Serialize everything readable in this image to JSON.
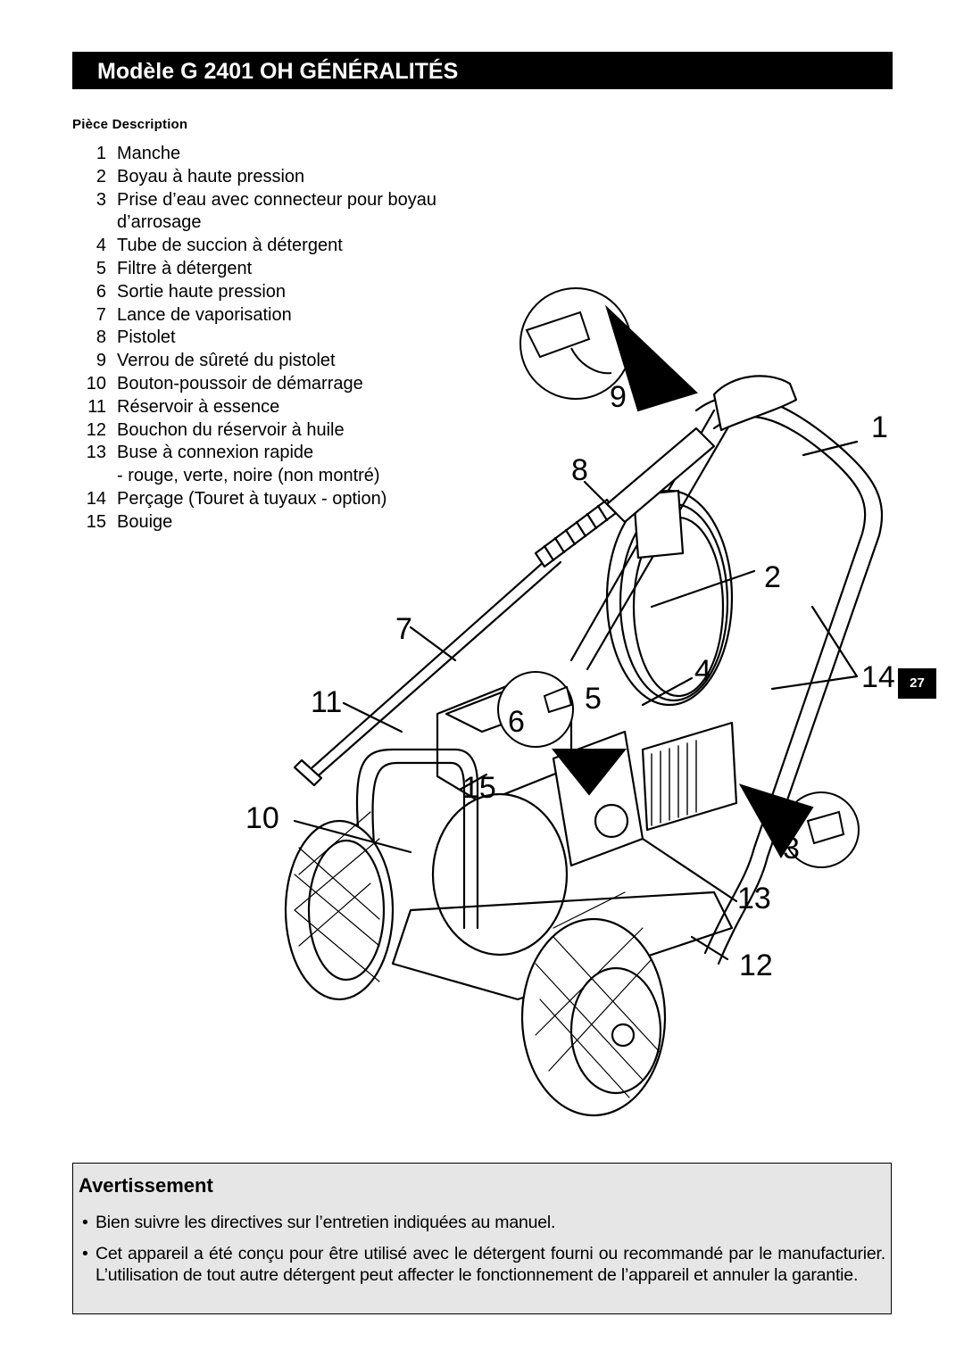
{
  "header": {
    "title": "Modèle G 2401 OH GÉNÉRALITÉS"
  },
  "parts": {
    "column_header": "Pièce Description",
    "items": [
      {
        "num": "1",
        "label": "Manche"
      },
      {
        "num": "2",
        "label": "Boyau à haute pression"
      },
      {
        "num": "3",
        "label": "Prise d’eau avec connecteur pour boyau d’arrosage"
      },
      {
        "num": "4",
        "label": "Tube de succion à détergent"
      },
      {
        "num": "5",
        "label": "Filtre à détergent"
      },
      {
        "num": "6",
        "label": "Sortie haute pression"
      },
      {
        "num": "7",
        "label": "Lance de vaporisation"
      },
      {
        "num": "8",
        "label": "Pistolet"
      },
      {
        "num": "9",
        "label": "Verrou de sûreté du pistolet"
      },
      {
        "num": "10",
        "label": "Bouton-poussoir de démarrage"
      },
      {
        "num": "11",
        "label": "Réservoir à essence"
      },
      {
        "num": "12",
        "label": "Bouchon du réservoir à huile"
      },
      {
        "num": "13",
        "label": "Buse à connexion rapide"
      },
      {
        "num": "",
        "label": "- rouge, verte, noire (non montré)"
      },
      {
        "num": "14",
        "label": "Perçage (Touret à tuyaux - option)"
      },
      {
        "num": "15",
        "label": "Bouige"
      }
    ]
  },
  "page_number": "27",
  "figure": {
    "callouts": [
      "1",
      "2",
      "3",
      "4",
      "5",
      "6",
      "7",
      "8",
      "9",
      "10",
      "11",
      "12",
      "13",
      "14",
      "15"
    ]
  },
  "warning": {
    "title": "Avertissement",
    "bullet": "•",
    "items": [
      "Bien suivre les directives sur l’entretien indiquées au manuel.",
      "Cet appareil a été conçu pour être utilisé avec le détergent fourni ou recommandé par le manufacturier. L’utilisation de tout autre détergent peut affecter le fonctionnement de l’appareil et annuler la garantie."
    ]
  }
}
